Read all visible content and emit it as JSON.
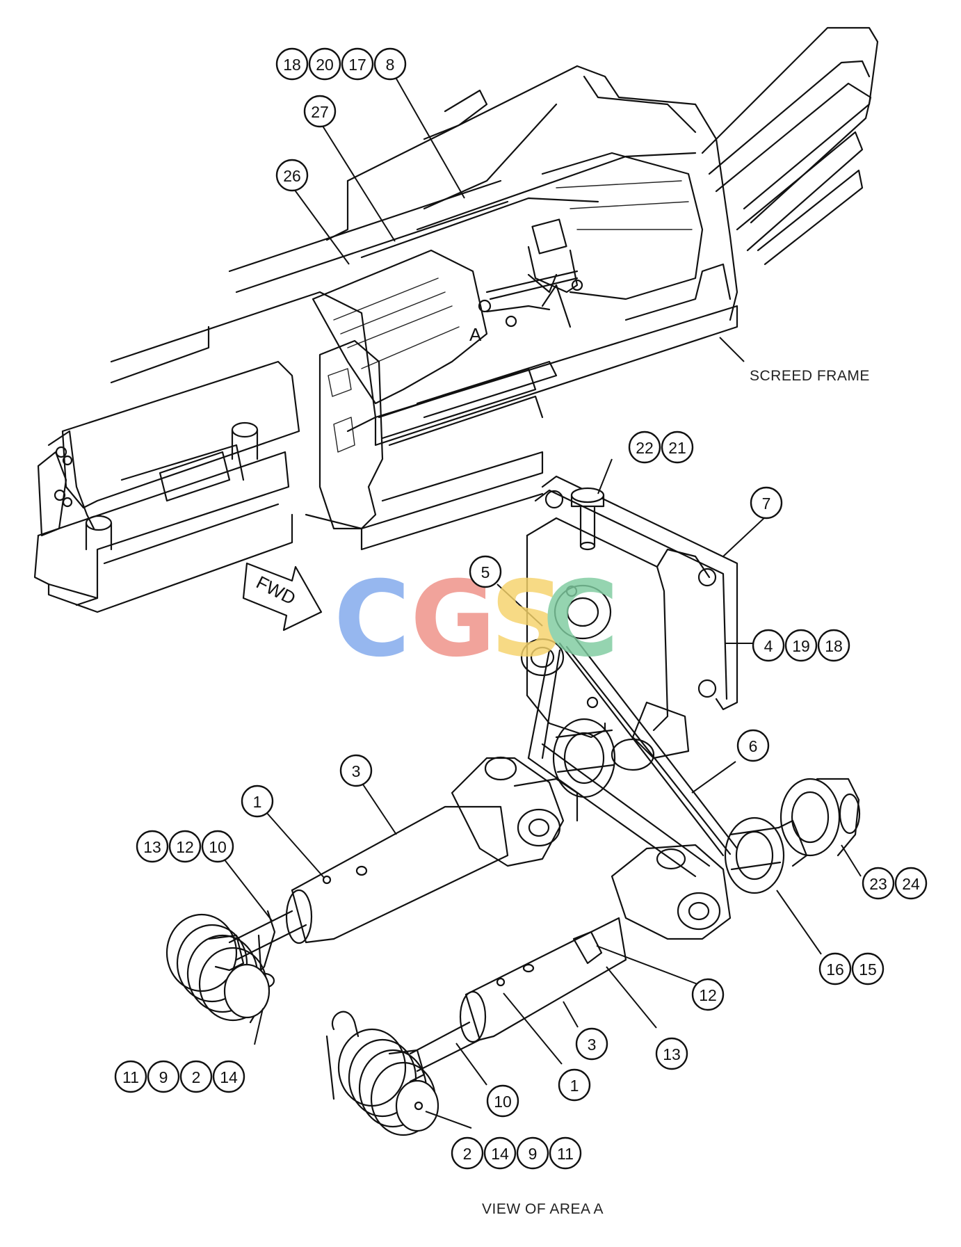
{
  "labels": {
    "screed_frame": "SCREED FRAME",
    "view_caption": "VIEW OF AREA A",
    "area_marker": "A",
    "fwd": "FWD"
  },
  "watermark": {
    "letters": [
      {
        "char": "C",
        "color": "#7fa8ec"
      },
      {
        "char": "G",
        "color": "#ee8f86"
      },
      {
        "char": "S",
        "color": "#f6d36b"
      },
      {
        "char": "C",
        "color": "#7ecb9f"
      }
    ]
  },
  "callouts": [
    {
      "id": "c-18-20-17-8",
      "numbers": [
        "18",
        "20",
        "17",
        "8"
      ]
    },
    {
      "id": "c-27",
      "numbers": [
        "27"
      ]
    },
    {
      "id": "c-26",
      "numbers": [
        "26"
      ]
    },
    {
      "id": "c-22-21",
      "numbers": [
        "22",
        "21"
      ]
    },
    {
      "id": "c-7",
      "numbers": [
        "7"
      ]
    },
    {
      "id": "c-5",
      "numbers": [
        "5"
      ]
    },
    {
      "id": "c-4-19-18",
      "numbers": [
        "4",
        "19",
        "18"
      ]
    },
    {
      "id": "c-6",
      "numbers": [
        "6"
      ]
    },
    {
      "id": "c-3-upper",
      "numbers": [
        "3"
      ]
    },
    {
      "id": "c-1-upper",
      "numbers": [
        "1"
      ]
    },
    {
      "id": "c-13-12-10",
      "numbers": [
        "13",
        "12",
        "10"
      ]
    },
    {
      "id": "c-23-24",
      "numbers": [
        "23",
        "24"
      ]
    },
    {
      "id": "c-16-15",
      "numbers": [
        "16",
        "15"
      ]
    },
    {
      "id": "c-12",
      "numbers": [
        "12"
      ]
    },
    {
      "id": "c-13",
      "numbers": [
        "13"
      ]
    },
    {
      "id": "c-3-lower",
      "numbers": [
        "3"
      ]
    },
    {
      "id": "c-11-9-2-14",
      "numbers": [
        "11",
        "9",
        "2",
        "14"
      ]
    },
    {
      "id": "c-1-lower",
      "numbers": [
        "1"
      ]
    },
    {
      "id": "c-10",
      "numbers": [
        "10"
      ]
    },
    {
      "id": "c-2-14-9-11",
      "numbers": [
        "2",
        "14",
        "9",
        "11"
      ]
    }
  ]
}
